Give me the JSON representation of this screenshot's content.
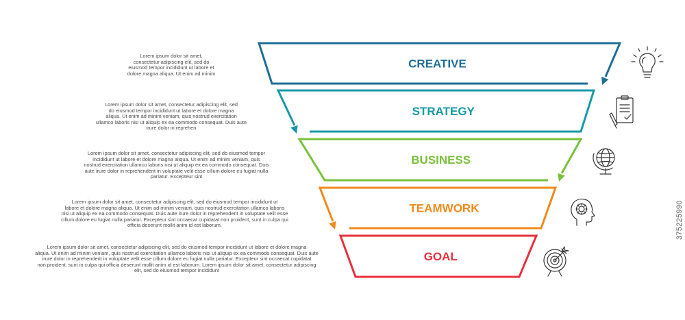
{
  "diagram": {
    "stages": [
      {
        "label": "CREATIVE",
        "color": "#1e6f97",
        "icon": "lightbulb-icon"
      },
      {
        "label": "STRATEGY",
        "color": "#169aa8",
        "icon": "document-pen-icon"
      },
      {
        "label": "BUSINESS",
        "color": "#79c13a",
        "icon": "globe-icon"
      },
      {
        "label": "TEAMWORK",
        "color": "#f08a1c",
        "icon": "head-gear-icon"
      },
      {
        "label": "GOAL",
        "color": "#e8303c",
        "icon": "target-icon"
      }
    ],
    "descriptions": [
      "Lorem ipsum dolor sit amet,\nconsectetur adipiscing elit, sed do\neiusmod tempor incididunt ut labore et\ndolore magna aliqua. Ut enim ad minim",
      "Lorem ipsum dolor sit amet, consectetur adipiscing elit, sed\ndo eiusmod tempor incididunt ut labore et dolore magna\naliqua. Ut enim ad minim veniam, quis nostrud exercitation\nullamco laboris nisi ut aliquip ex ea commodo consequat. Duis aute\nirure dolor in reprehen",
      "Lorem ipsum dolor sit amet, consectetur adipiscing elit, sed do eiusmod tempor\nincididunt ut labore et dolore magna aliqua. Ut enim ad minim veniam, quis\nnostrud exercitation ullamco laboris nisi ut aliquip ex ea commodo consequat. Duis\naute irure dolor in reprehenderit in voluptate velit esse cillum dolore eu fugiat nulla\npariatur. Excepteur sint",
      "Lorem ipsum dolor sit amet, consectetur adipiscing elit, sed do eiusmod tempor incididunt ut\nlabore et dolore magna aliqua. Ut enim ad minim veniam, quis nostrud exercitation ullamco laboris\nnisi ut aliquip ex ea commodo consequat. Duis aute irure dolor in reprehenderit in voluptate velit esse\ncillum dolore eu fugiat nulla pariatur. Excepteur sint occaecat cupidatat non proident, sunt in culpa qui\nofficia deserunt mollit anim id est laborum.",
      "Lorem ipsum dolor sit amet, consectetur adipiscing elit, sed do eiusmod tempor incididunt ut labore et dolore magna\naliqua. Ut enim ad minim veniam, quis nostrud exercitation ullamco laboris nisi ut aliquip ex ea commodo consequat. Duis aute\nirure dolor in reprehenderit in voluptate velit esse cillum dolore eu fugiat nulla pariatur. Excepteur sint occaecat cupidatat\nnon proident, sunt in culpa qui officia deserunt mollit anim id est laborum. Lorem ipsum dolor sit amet, consectetur adipiscing\nelit, sed do eiusmod tempor incididunt"
    ],
    "watermark_id": "375225990"
  }
}
